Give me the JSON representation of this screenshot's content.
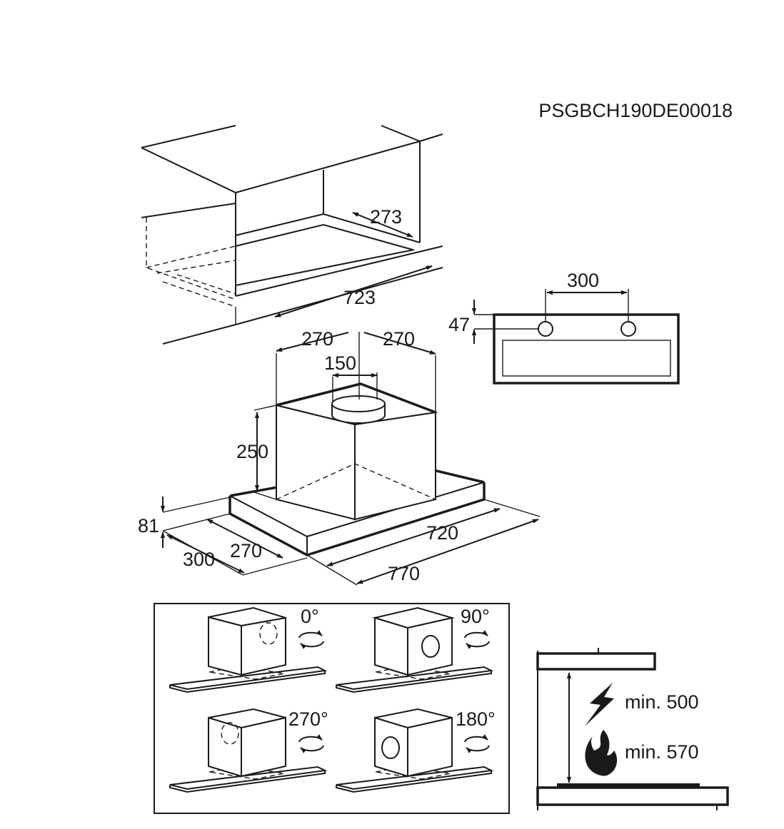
{
  "document_code": "PSGBCH190DE00018",
  "cabinet": {
    "depth": "273",
    "width": "723"
  },
  "hole_template": {
    "spacing": "300",
    "offset": "47"
  },
  "hood": {
    "left_half": "270",
    "right_half": "270",
    "outlet_diameter": "150",
    "height": "250",
    "front_height": "81",
    "depth_outer": "300",
    "depth_inner": "270",
    "width_inner": "720",
    "width_outer": "770"
  },
  "rotations": [
    {
      "angle": "0°"
    },
    {
      "angle": "90°"
    },
    {
      "angle": "270°"
    },
    {
      "angle": "180°"
    }
  ],
  "clearance": {
    "electric": "min. 500",
    "gas": "min. 570"
  },
  "icons": [
    "rotate-arrows-icon",
    "lightning-icon",
    "flame-icon"
  ]
}
